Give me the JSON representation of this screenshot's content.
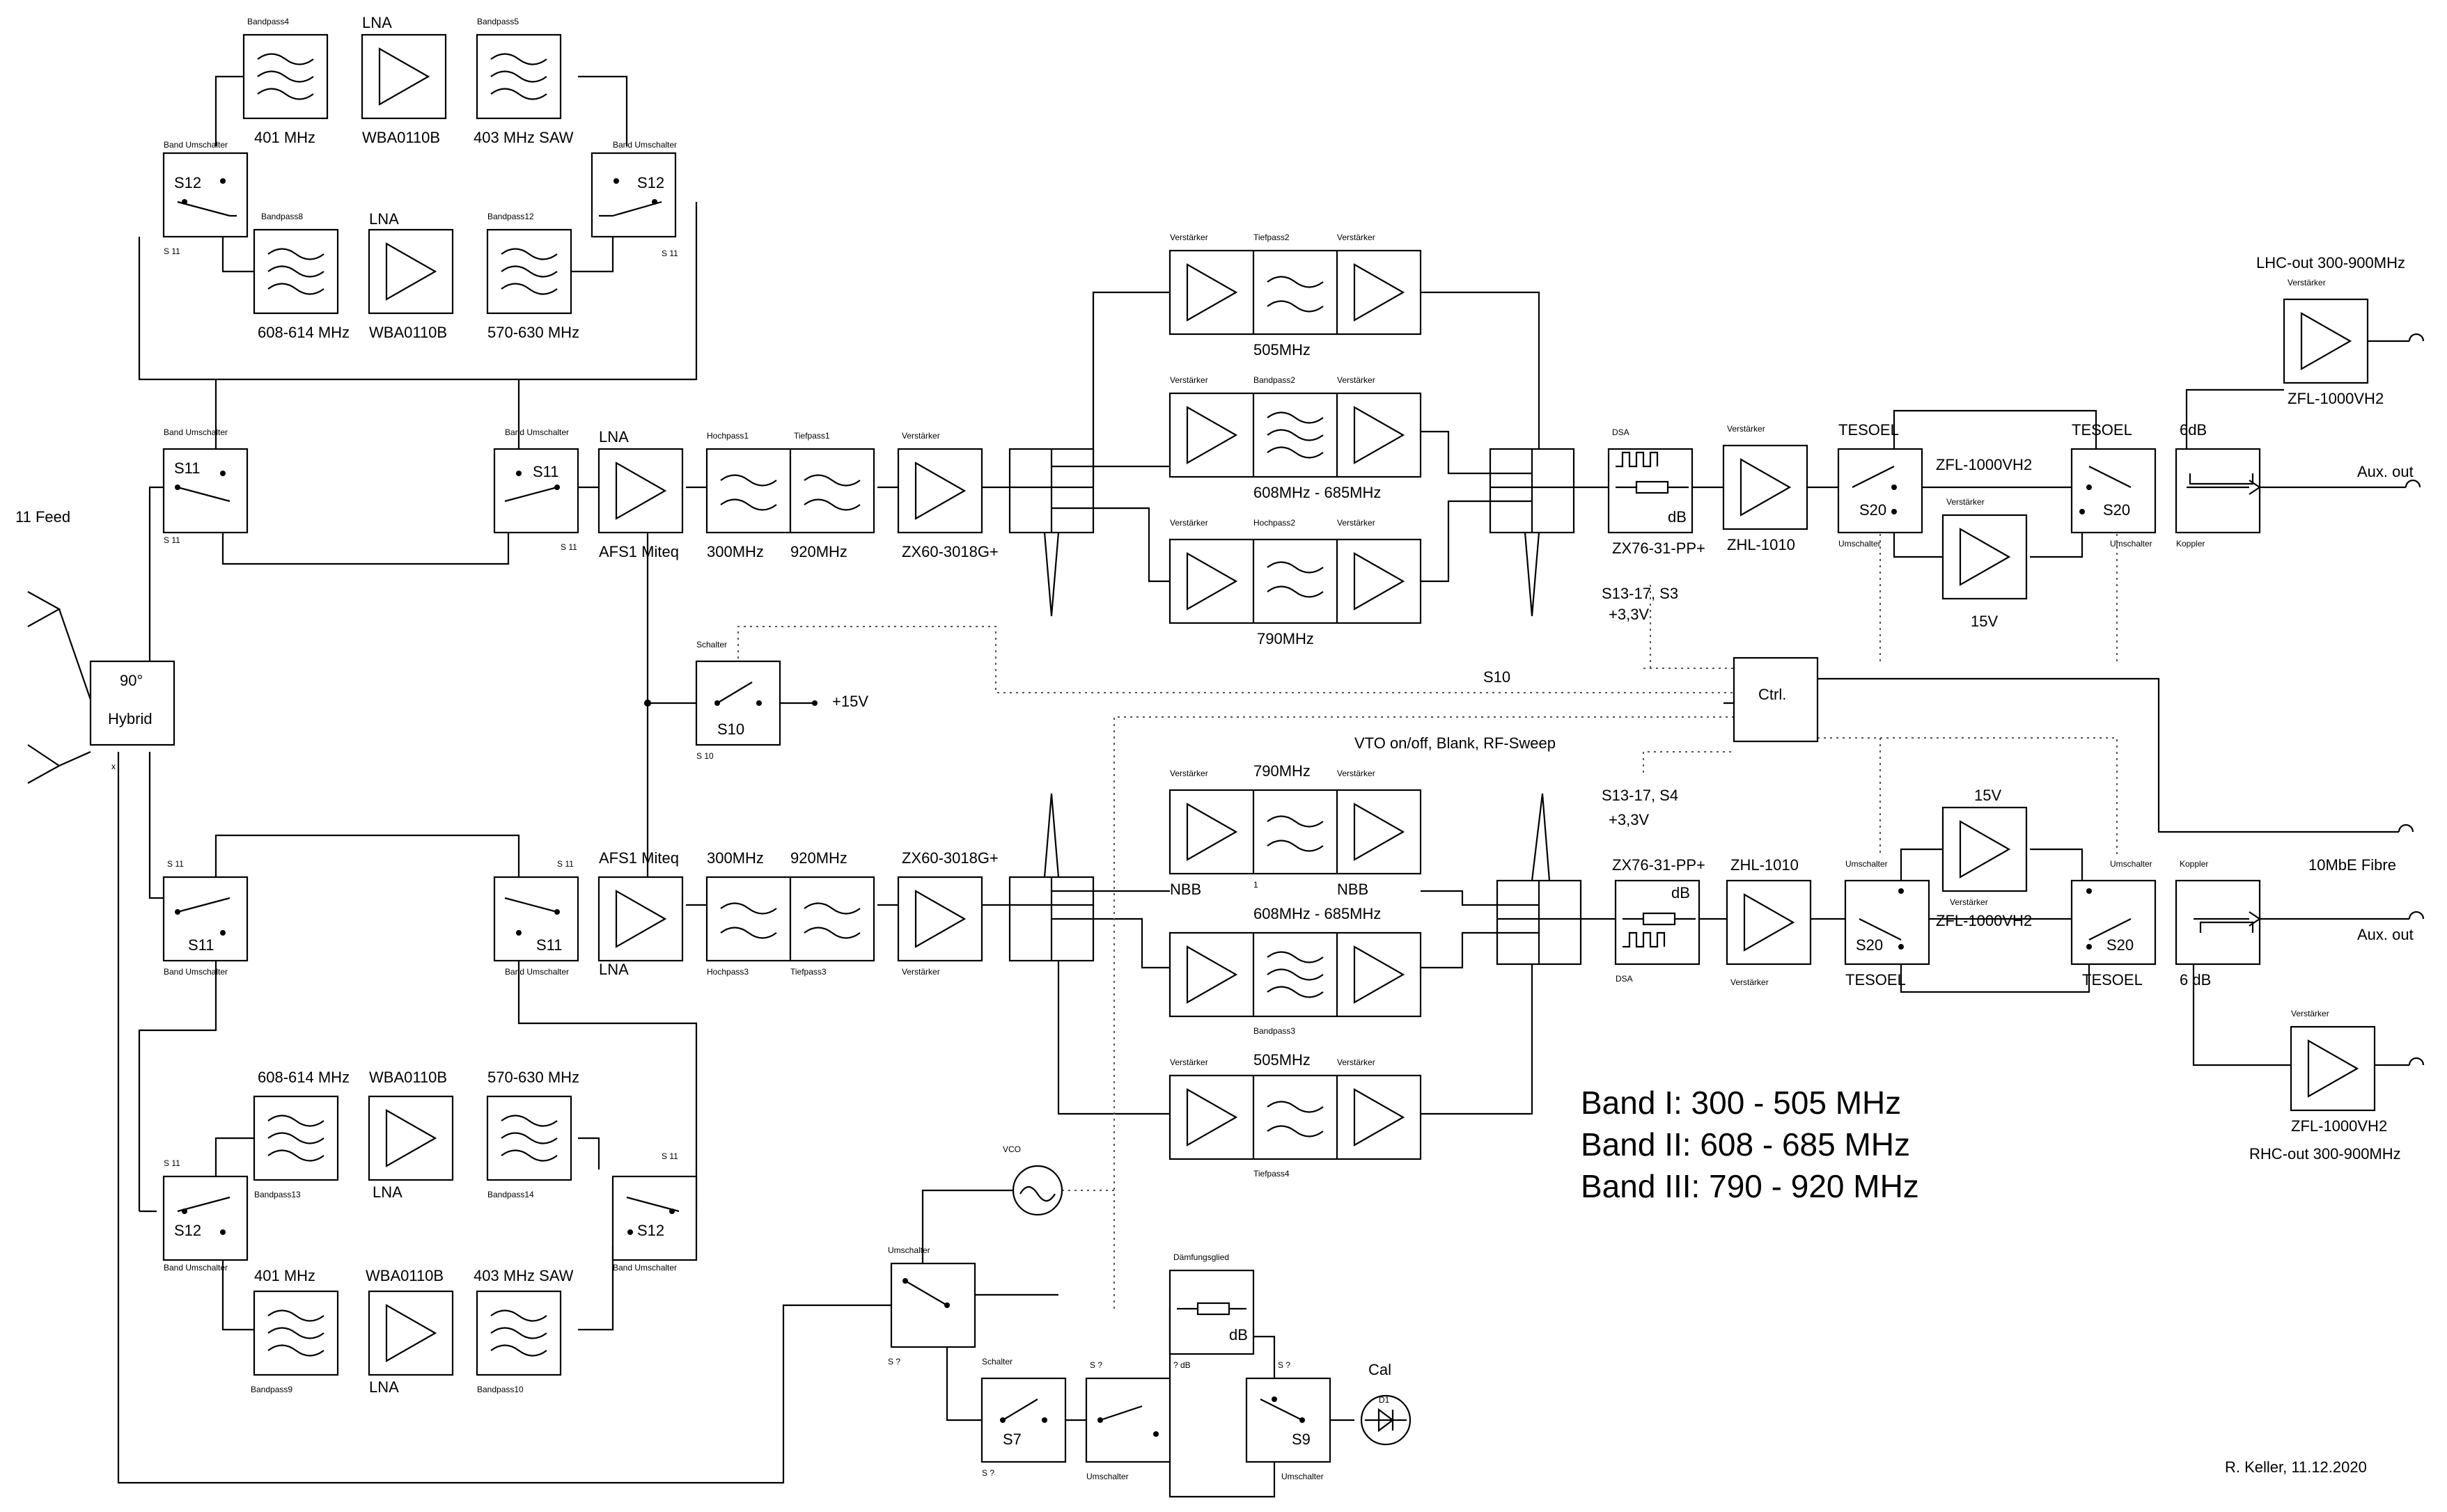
{
  "labels": {
    "feed": "11 Feed",
    "hybrid_a": "90°",
    "hybrid_b": "Hybrid",
    "signature": "R. Keller, 11.12.2020",
    "band1": "Band I:  300 - 505 MHz",
    "band2": "Band II: 608 - 685 MHz",
    "band3": "Band III: 790 - 920 MHz",
    "lhc_out": "LHC-out 300-900MHz",
    "rhc_out": "RHC-out 300-900MHz",
    "aux_out": "Aux. out",
    "fibre": "10MbE Fibre",
    "ctrl": "Ctrl.",
    "vto": "VTO on/off, Blank, RF-Sweep",
    "plus15v": "+15V",
    "v15": "15V",
    "s13_s3": "S13-17, S3",
    "s13_s4": "S13-17, S4",
    "v33": "+3,3V",
    "s10": "S10",
    "cal": "Cal",
    "vco": "VCO",
    "db6": "6dB",
    "db6b": "6 dB",
    "db": "dB",
    "dB_q": "? dB",
    "d1": "D1"
  },
  "small_labels": {
    "bandpass4": "Bandpass4",
    "bandpass5": "Bandpass5",
    "bandpass8": "Bandpass8",
    "bandpass12": "Bandpass12",
    "bandpass13": "Bandpass13",
    "bandpass14": "Bandpass14",
    "bandpass9": "Bandpass9",
    "bandpass10": "Bandpass10",
    "bandpass2": "Bandpass2",
    "bandpass3": "Bandpass3",
    "band_umschalter": "Band Umschalter",
    "verstarker": "Verstärker",
    "tiefpass1": "Tiefpass1",
    "tiefpass2": "Tiefpass2",
    "tiefpass3": "Tiefpass3",
    "tiefpass4": "Tiefpass4",
    "hochpass1": "Hochpass1",
    "hochpass2": "Hochpass2",
    "hochpass3": "Hochpass3",
    "dsa": "DSA",
    "umschalter": "Umschalter",
    "koppler": "Koppler",
    "schalter": "Schalter",
    "s11": "S 11",
    "s10": "S 10",
    "s_q": "S ?",
    "dampfung": "Dämfungsglied",
    "x": "x",
    "one": "1"
  },
  "parts": {
    "lna": "LNA",
    "wba": "WBA0110B",
    "f401": "401 MHz",
    "f403saw": "403 MHz SAW",
    "f608_614": "608-614 MHz",
    "f570_630": "570-630 MHz",
    "afs1": "AFS1 Miteq",
    "hp300": "300MHz",
    "lp920": "920MHz",
    "zx60": "ZX60-3018G+",
    "f505": "505MHz",
    "f608_685": "608MHz - 685MHz",
    "f790": "790MHz",
    "zx76": "ZX76-31-PP+",
    "zhl": "ZHL-1010",
    "tesoel": "TESOEL",
    "zfl": "ZFL-1000VH2",
    "nbb": "NBB"
  },
  "switches": {
    "s7": "S7",
    "s9": "S9",
    "s10": "S10",
    "s11": "S11",
    "s12": "S12",
    "s20": "S20"
  }
}
